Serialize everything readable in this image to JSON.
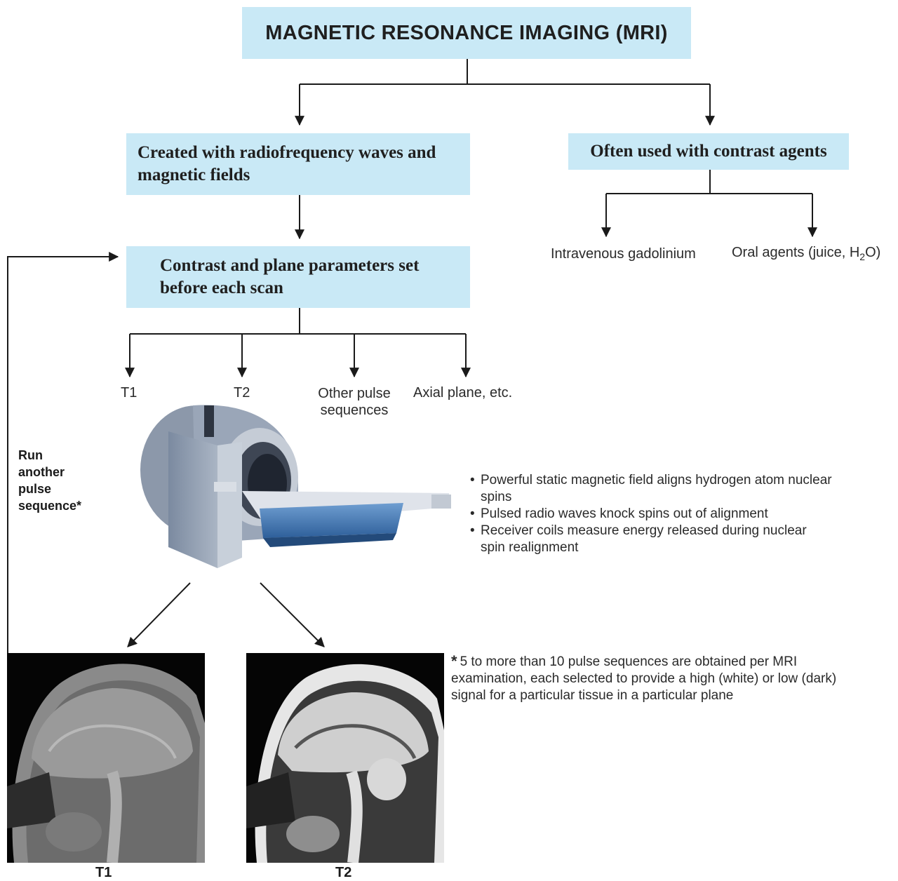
{
  "title": "MAGNETIC RESONANCE IMAGING (MRI)",
  "nodes": {
    "rf": "Created with radiofrequency waves and magnetic fields",
    "contrast_agents": "Often used with contrast agents",
    "params": "Contrast and plane parameters set before each scan"
  },
  "agents": {
    "iv": "Intravenous gadolinium",
    "oral_prefix": "Oral agents (juice, H",
    "oral_sub": "2",
    "oral_suffix": "O)"
  },
  "parameters": {
    "t1": "T1",
    "t2": "T2",
    "other_line1": "Other pulse",
    "other_line2": "sequences",
    "axial": "Axial plane, etc."
  },
  "loop_label": [
    "Run",
    "another",
    "pulse",
    "sequence*"
  ],
  "bullets": [
    "Powerful static magnetic field aligns hydrogen atom nuclear spins",
    "Pulsed radio waves knock spins out of alignment",
    "Receiver coils measure energy released during nuclear spin realignment"
  ],
  "footnote": {
    "marker": "*",
    "text": "5 to more than 10 pulse sequences are obtained per MRI examination, each selected to provide a high (white) or low (dark) signal for a particular tissue in a particular plane"
  },
  "captions": {
    "t1": "T1",
    "t2": "T2"
  }
}
